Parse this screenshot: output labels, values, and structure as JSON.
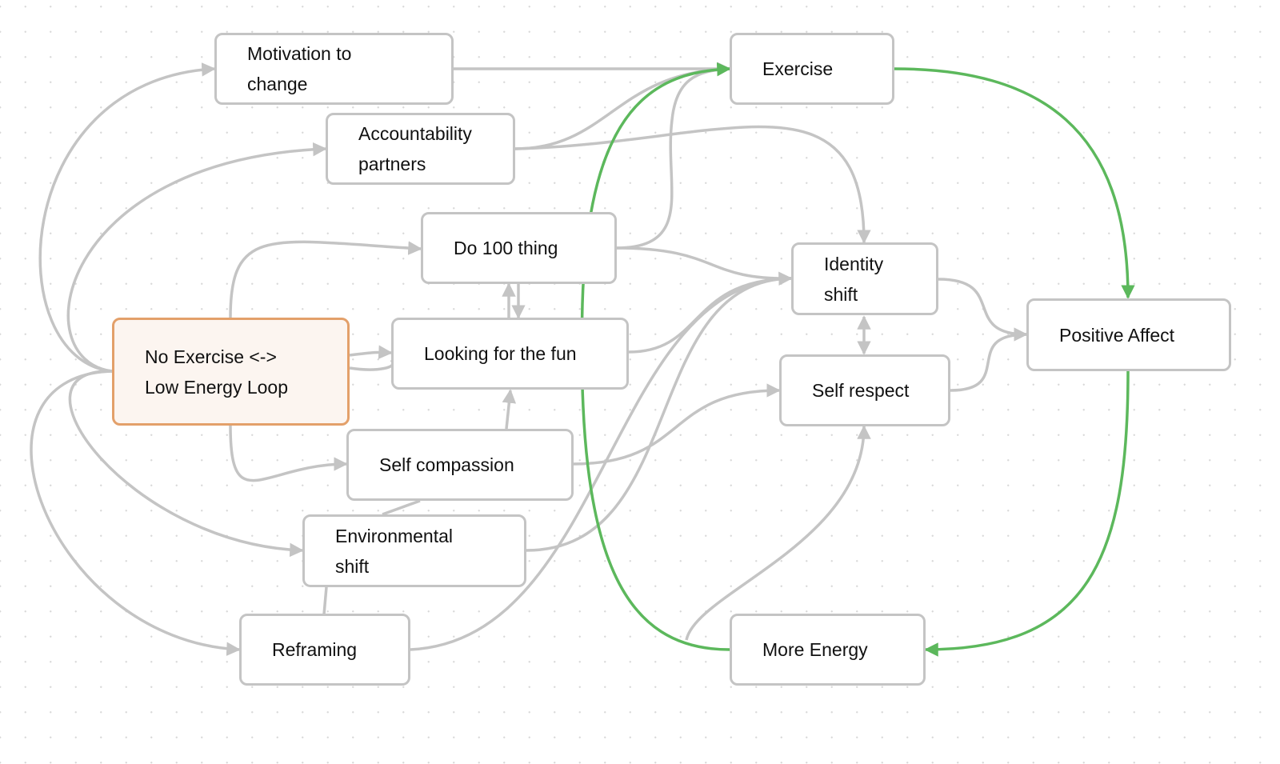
{
  "diagram": {
    "colors": {
      "edge": "#c4c4c4",
      "highlight_edge": "#5cb85c",
      "highlight_node_border": "#e3a06a",
      "highlight_node_fill": "#fcf5f0"
    },
    "nodes": [
      {
        "id": "motivation",
        "label": "Motivation to\nchange"
      },
      {
        "id": "accountability",
        "label": "Accountability\npartners"
      },
      {
        "id": "do100",
        "label": "Do 100 thing"
      },
      {
        "id": "noexercise",
        "label": "No Exercise <->\nLow Energy Loop"
      },
      {
        "id": "fun",
        "label": "Looking for the fun"
      },
      {
        "id": "compassion",
        "label": "Self compassion"
      },
      {
        "id": "environmental",
        "label": "Environmental\nshift"
      },
      {
        "id": "reframing",
        "label": "Reframing"
      },
      {
        "id": "exercise",
        "label": "Exercise"
      },
      {
        "id": "identity",
        "label": "Identity\nshift"
      },
      {
        "id": "respect",
        "label": "Self respect"
      },
      {
        "id": "positive",
        "label": "Positive Affect"
      },
      {
        "id": "energy",
        "label": "More Energy"
      }
    ],
    "edges": [
      {
        "from": "noexercise",
        "to": "motivation"
      },
      {
        "from": "noexercise",
        "to": "accountability"
      },
      {
        "from": "noexercise",
        "to": "do100"
      },
      {
        "from": "noexercise",
        "to": "fun"
      },
      {
        "from": "noexercise",
        "to": "compassion"
      },
      {
        "from": "noexercise",
        "to": "environmental"
      },
      {
        "from": "noexercise",
        "to": "reframing"
      },
      {
        "from": "motivation",
        "to": "exercise"
      },
      {
        "from": "accountability",
        "to": "exercise"
      },
      {
        "from": "accountability",
        "to": "identity"
      },
      {
        "from": "do100",
        "to": "exercise"
      },
      {
        "from": "do100",
        "to": "identity"
      },
      {
        "from": "do100",
        "to": "fun"
      },
      {
        "from": "fun",
        "to": "do100"
      },
      {
        "from": "fun",
        "to": "identity"
      },
      {
        "from": "compassion",
        "to": "fun"
      },
      {
        "from": "compassion",
        "to": "respect"
      },
      {
        "from": "environmental",
        "to": "identity"
      },
      {
        "from": "reframing",
        "to": "identity"
      },
      {
        "from": "identity",
        "to": "respect"
      },
      {
        "from": "respect",
        "to": "identity"
      },
      {
        "from": "identity",
        "to": "positive"
      },
      {
        "from": "respect",
        "to": "positive"
      },
      {
        "from": "energy",
        "to": "respect"
      },
      {
        "from": "exercise",
        "to": "positive",
        "highlight": true
      },
      {
        "from": "positive",
        "to": "energy",
        "highlight": true
      },
      {
        "from": "energy",
        "to": "exercise",
        "highlight": true
      }
    ]
  }
}
